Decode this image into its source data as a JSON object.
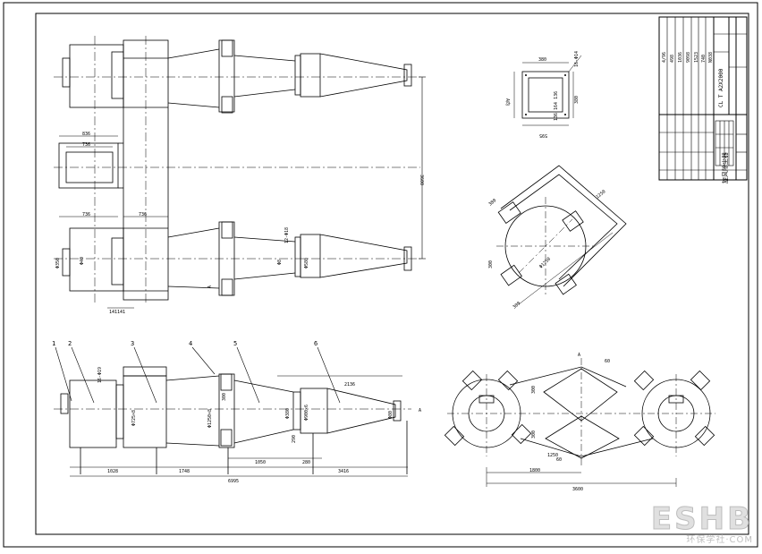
{
  "sheet": {
    "title_block": {
      "drawing_name": "旋风除尘器",
      "drawing_number": "CL T A2X2000",
      "rows": [
        "4/96",
        "498",
        "1036",
        "9098",
        "1523",
        "740",
        "N038"
      ]
    },
    "balloons": [
      "1",
      "2",
      "3",
      "4",
      "5",
      "6"
    ],
    "dims_top": {
      "d1": "836",
      "d2": "736",
      "d3": "736",
      "d4": "736",
      "d5": "16-Φ14",
      "d6": "3600",
      "d7": "Φ350",
      "d8": "Φ580",
      "d9": "Φ8",
      "d10": "12-Φ18",
      "d11": "141141",
      "d12": "Φ40",
      "d13": "A"
    },
    "dims_bottom": {
      "b1": "16-Φ19",
      "b2": "Φ725×8",
      "b3": "Φ1250×8",
      "b4": "Φ380",
      "b5": "Φ900×6",
      "b6": "2136",
      "b7": "1028",
      "b8": "1748",
      "b9": "1050",
      "b10": "280",
      "b11": "3416",
      "b12": "6995",
      "b13": "A",
      "b14": "Φ80",
      "b15": "300",
      "b16": "290"
    },
    "dims_detail": {
      "v1": "A向",
      "v2": "380",
      "v3": "16-Φ14",
      "v4": "380",
      "v5": "595",
      "v6": "136 164 136"
    },
    "dims_plan": {
      "p1": "380",
      "p2": "1250",
      "p3": "300",
      "p4": "Φ1250",
      "p5": "300"
    },
    "dims_section": {
      "s1": "1800",
      "s2": "3600",
      "s3": "A",
      "s4": "60",
      "s5": "60",
      "s6": "1250",
      "s7": "300",
      "s8": "300"
    }
  },
  "watermark": {
    "logo": "ESHB",
    "sub": "环保学社·COM"
  }
}
